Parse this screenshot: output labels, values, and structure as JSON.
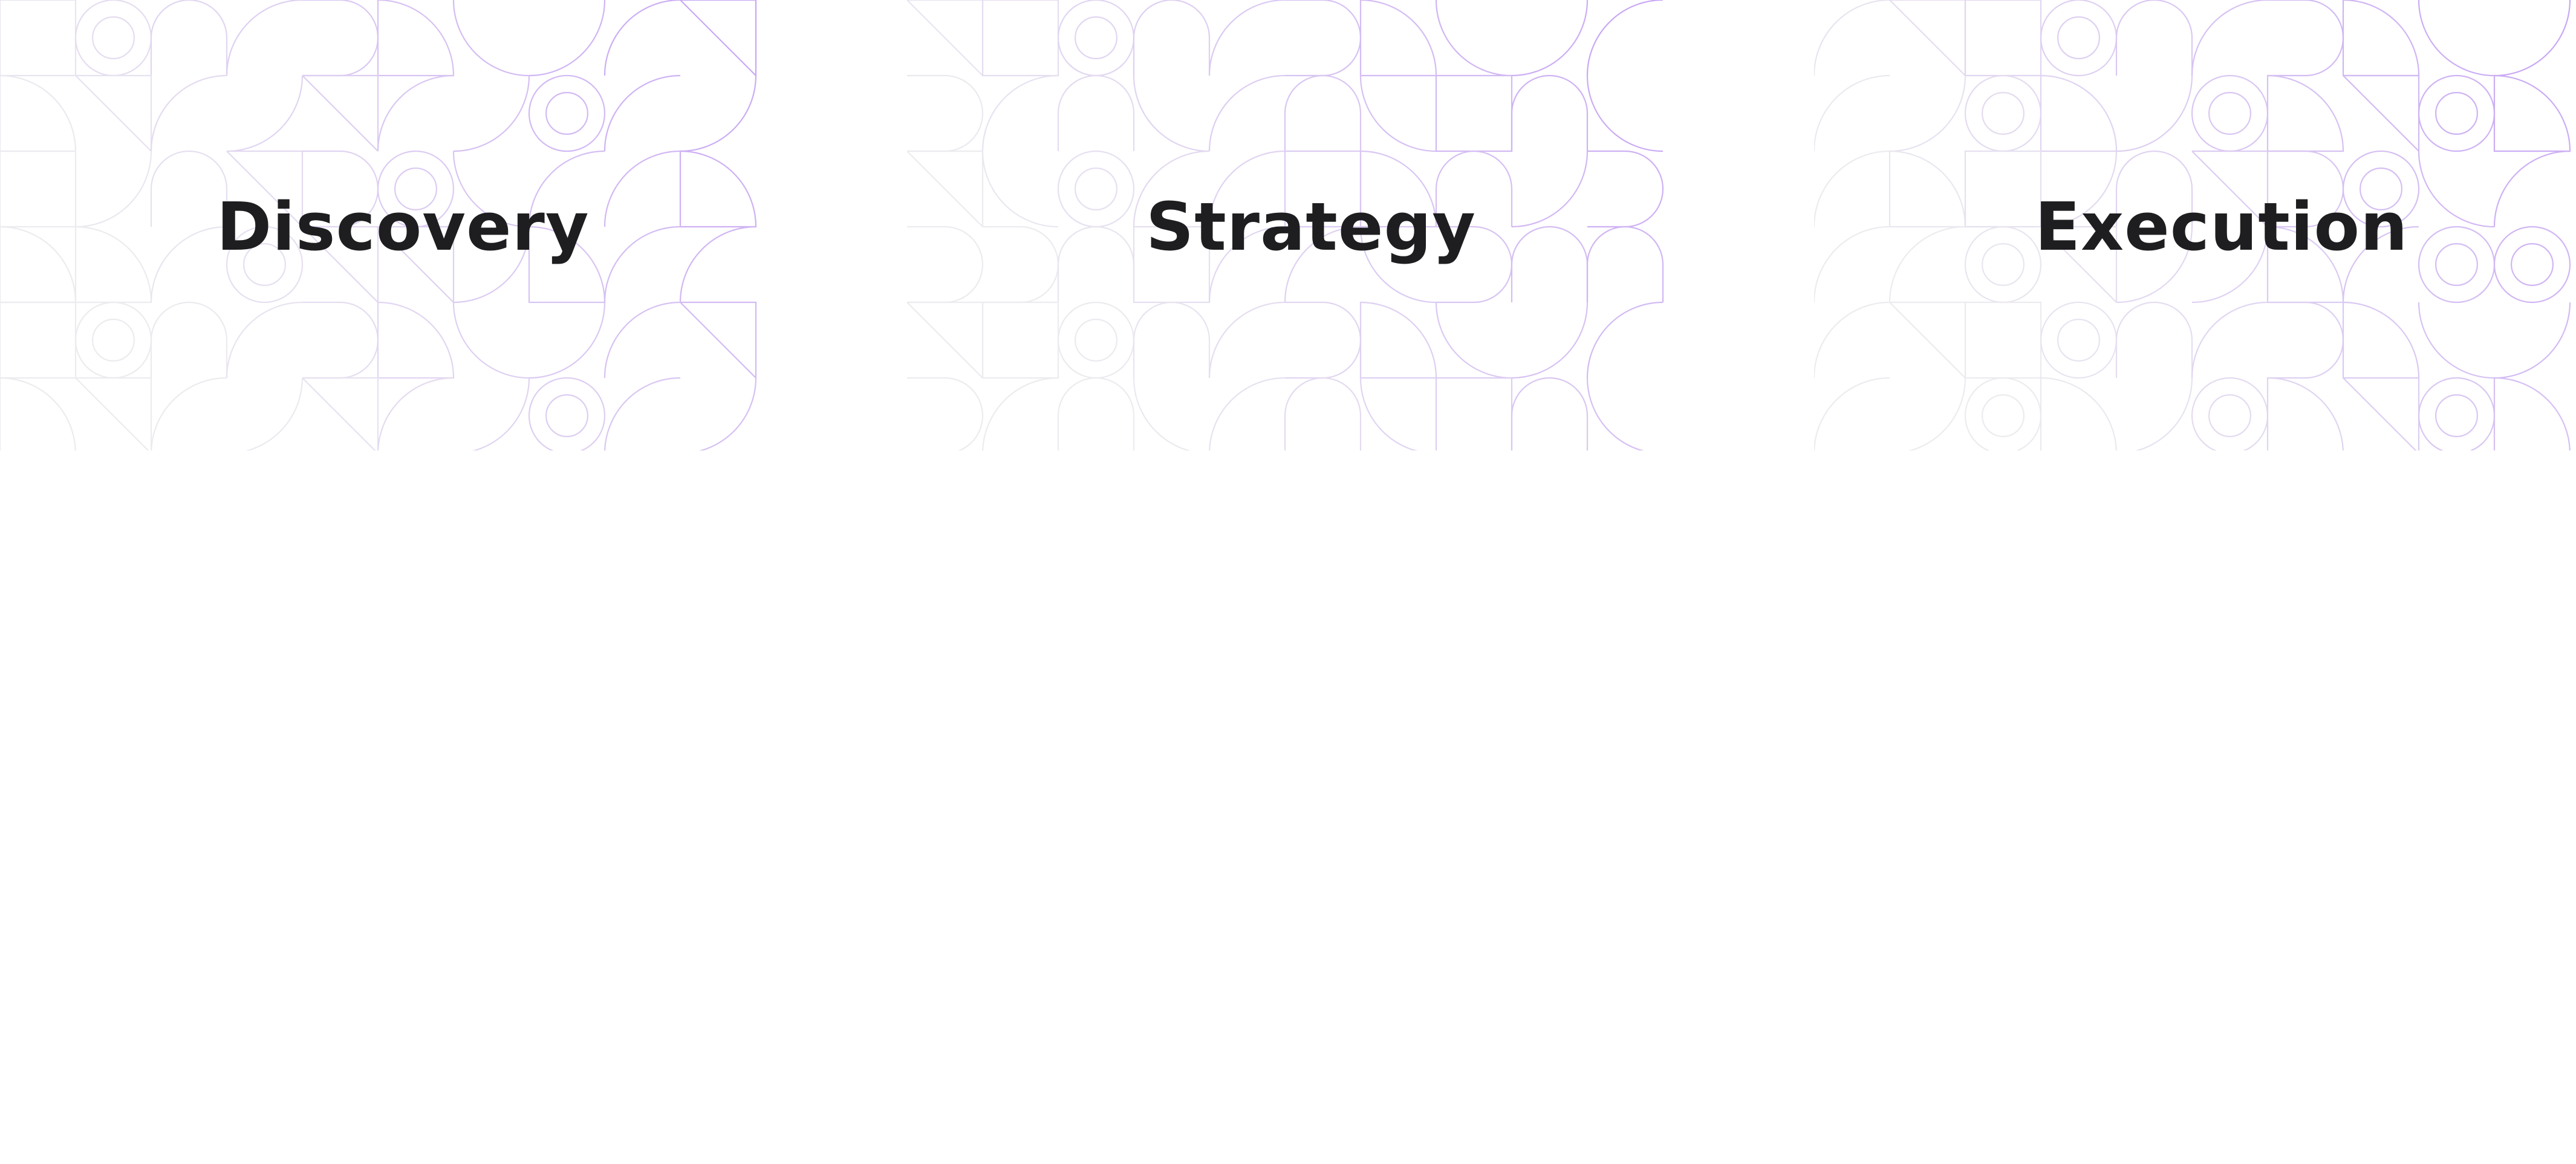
{
  "colors": {
    "background": "#ffffff",
    "title": "#1e1e20",
    "pattern_faint": "#ecebef",
    "pattern_accent": "#c7a4f5"
  },
  "cards": [
    {
      "title": "Discovery",
      "pattern_icon": "geometric-pattern-icon"
    },
    {
      "title": "Strategy",
      "pattern_icon": "geometric-pattern-icon"
    },
    {
      "title": "Execution",
      "pattern_icon": "geometric-pattern-icon"
    }
  ]
}
